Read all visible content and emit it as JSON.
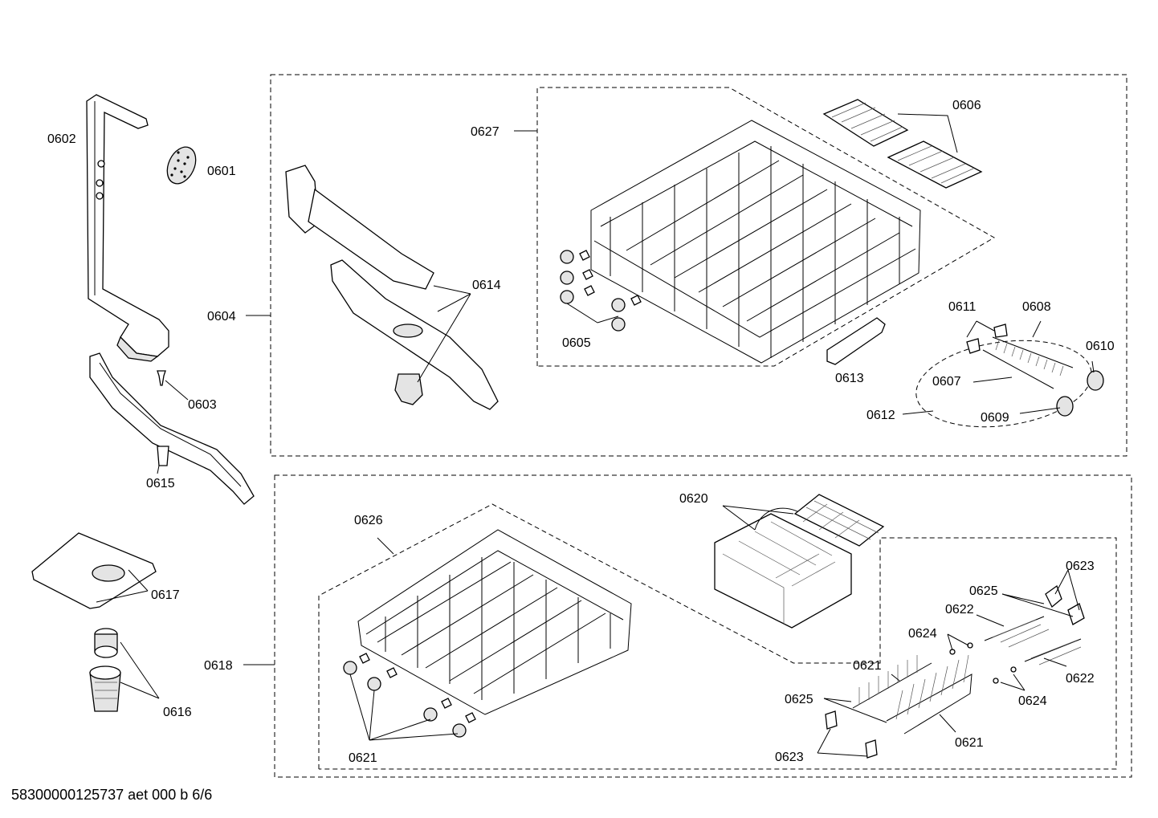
{
  "part_labels": {
    "p0601": "0601",
    "p0602": "0602",
    "p0603": "0603",
    "p0604": "0604",
    "p0605": "0605",
    "p0606": "0606",
    "p0607": "0607",
    "p0608": "0608",
    "p0609": "0609",
    "p0610": "0610",
    "p0611": "0611",
    "p0612": "0612",
    "p0613": "0613",
    "p0614": "0614",
    "p0615": "0615",
    "p0616": "0616",
    "p0617": "0617",
    "p0618": "0618",
    "p0620": "0620",
    "p0621a": "0621",
    "p0621b": "0621",
    "p0621c": "0621",
    "p0622a": "0622",
    "p0622b": "0622",
    "p0623a": "0623",
    "p0623b": "0623",
    "p0624a": "0624",
    "p0624b": "0624",
    "p0625a": "0625",
    "p0625b": "0625",
    "p0626": "0626",
    "p0627": "0627"
  },
  "footer": {
    "drawing_code": "58300000125737 aet 000 b 6/6"
  }
}
